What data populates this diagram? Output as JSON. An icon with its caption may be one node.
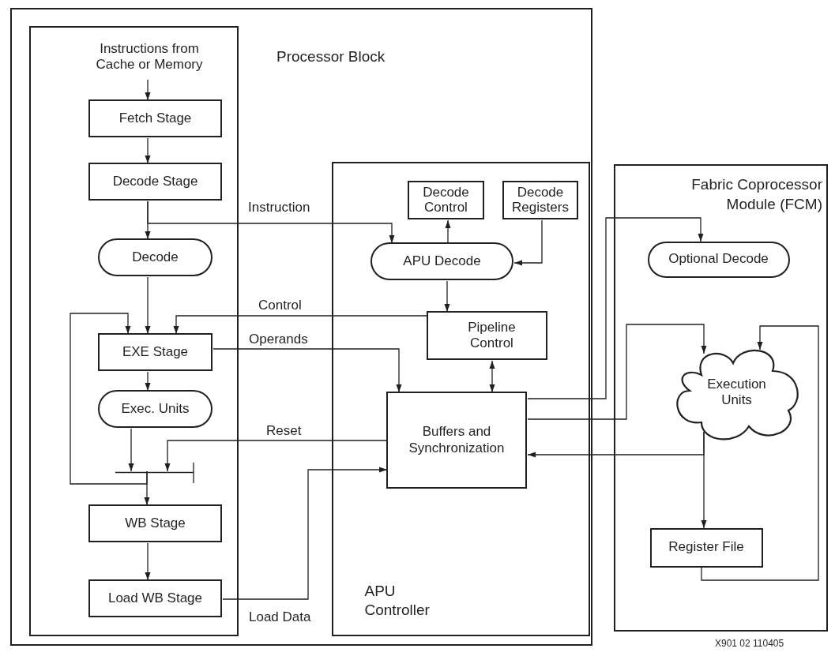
{
  "diagram": {
    "nodes": [
      {
        "text": [
          "Processor Block"
        ]
      },
      {
        "text": [],
        "shape": "box",
        "in": 0
      },
      {
        "text": [
          "Instructions from Cache or Memory"
        ],
        "in": 1
      },
      {
        "text": [
          "Fetch Stage"
        ],
        "in": 1
      },
      {
        "text": [
          "Decode Stage"
        ],
        "in": 1
      },
      {
        "text": [
          "Decode"
        ],
        "in": 1
      },
      {
        "text": [
          "EXE Stage"
        ],
        "in": 1
      },
      {
        "text": [
          "Exec. Units"
        ],
        "in": 1
      },
      {
        "text": [],
        "shape": "bar",
        "in": 1
      },
      {
        "text": [
          "WB Stage"
        ],
        "in": 1
      },
      {
        "text": [
          "Load WB Stage"
        ],
        "in": 1
      },
      {
        "text": [
          "APU Controller"
        ],
        "in": 0
      },
      {
        "text": [
          "Decode Control"
        ],
        "in": 11
      },
      {
        "text": [
          "Decode Registers"
        ],
        "in": 11
      },
      {
        "text": [
          "APU Decode"
        ],
        "in": 11
      },
      {
        "text": [
          "Pipeline Control"
        ],
        "in": 11
      },
      {
        "text": [
          "Buffers and Synchronization"
        ],
        "in": 11
      },
      {
        "text": [
          "Fabric Coprocessor Module (FCM)"
        ]
      },
      {
        "text": [
          "Optional Decode"
        ],
        "in": 17
      },
      {
        "text": [
          "Execution Units"
        ],
        "in": 17
      },
      {
        "text": [
          "Register File"
        ],
        "in": 17
      }
    ],
    "edges": [
      {
        "from": 2,
        "to": 3,
        "arrow": "to"
      },
      {
        "from": 3,
        "to": 4,
        "arrow": "to"
      },
      {
        "from": 4,
        "to": 5,
        "arrow": "to"
      },
      {
        "from": 4,
        "to": 14,
        "arrow": "to",
        "label": "Instruction"
      },
      {
        "from": 5,
        "to": 6,
        "arrow": "to"
      },
      {
        "from": 15,
        "to": 6,
        "arrow": "to",
        "label": "Control"
      },
      {
        "from": 6,
        "to": 16,
        "arrow": "to",
        "label": "Operands"
      },
      {
        "from": 6,
        "to": 7,
        "arrow": "to"
      },
      {
        "from": 7,
        "to": 8,
        "arrow": "to"
      },
      {
        "from": 16,
        "to": 8,
        "arrow": "to",
        "label": "Reset"
      },
      {
        "from": 8,
        "to": 9,
        "arrow": "to"
      },
      {
        "from": 8,
        "to": 6,
        "arrow": "to"
      },
      {
        "from": 9,
        "to": 10,
        "arrow": "to"
      },
      {
        "from": 10,
        "to": 16,
        "arrow": "to",
        "label": "Load Data"
      },
      {
        "from": 14,
        "to": 12,
        "arrow": "to"
      },
      {
        "from": 13,
        "to": 14,
        "arrow": "to"
      },
      {
        "from": 14,
        "to": 15,
        "arrow": "to"
      },
      {
        "from": 15,
        "to": 16,
        "arrow": "both"
      },
      {
        "from": 16,
        "to": 18,
        "arrow": "to"
      },
      {
        "from": 16,
        "to": 19,
        "arrow": "to"
      },
      {
        "from": 19,
        "to": 16,
        "arrow": "to"
      },
      {
        "from": 19,
        "to": 20,
        "arrow": "to"
      },
      {
        "from": 20,
        "to": 19,
        "arrow": "to"
      }
    ],
    "labels": [
      "X901 02 110405"
    ]
  }
}
